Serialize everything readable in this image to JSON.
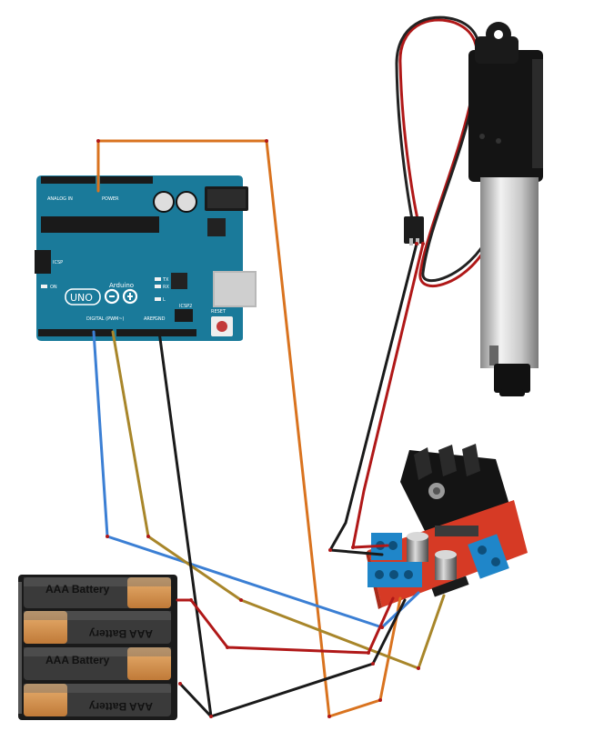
{
  "arduino": {
    "brand": "Arduino",
    "model": "UNO",
    "analog_in_label": "ANALOG IN",
    "power_label": "POWER",
    "digital_label": "DIGITAL (PWM~)",
    "icsp_label": "ICSP",
    "icsp2_label": "ICSP2",
    "reset_label": "RESET",
    "on_label": "ON",
    "tx_label": "TX",
    "rx_label": "RX",
    "l_label": "L",
    "aref_label": "AREF",
    "gnd_label": "GND"
  },
  "battery_pack": {
    "cells": [
      {
        "label": "AAA Battery"
      },
      {
        "label": "AAA Battery"
      },
      {
        "label": "AAA Battery"
      },
      {
        "label": "AAA Battery"
      }
    ]
  },
  "colors": {
    "wire_orange": "#d9731f",
    "wire_red": "#b01818",
    "wire_blue": "#3b7fd4",
    "wire_gold": "#a8862a",
    "wire_black": "#1a1a1a",
    "arduino_board": "#1a7a9a",
    "driver_board": "#d63a25",
    "terminal_block": "#1f86c9"
  }
}
